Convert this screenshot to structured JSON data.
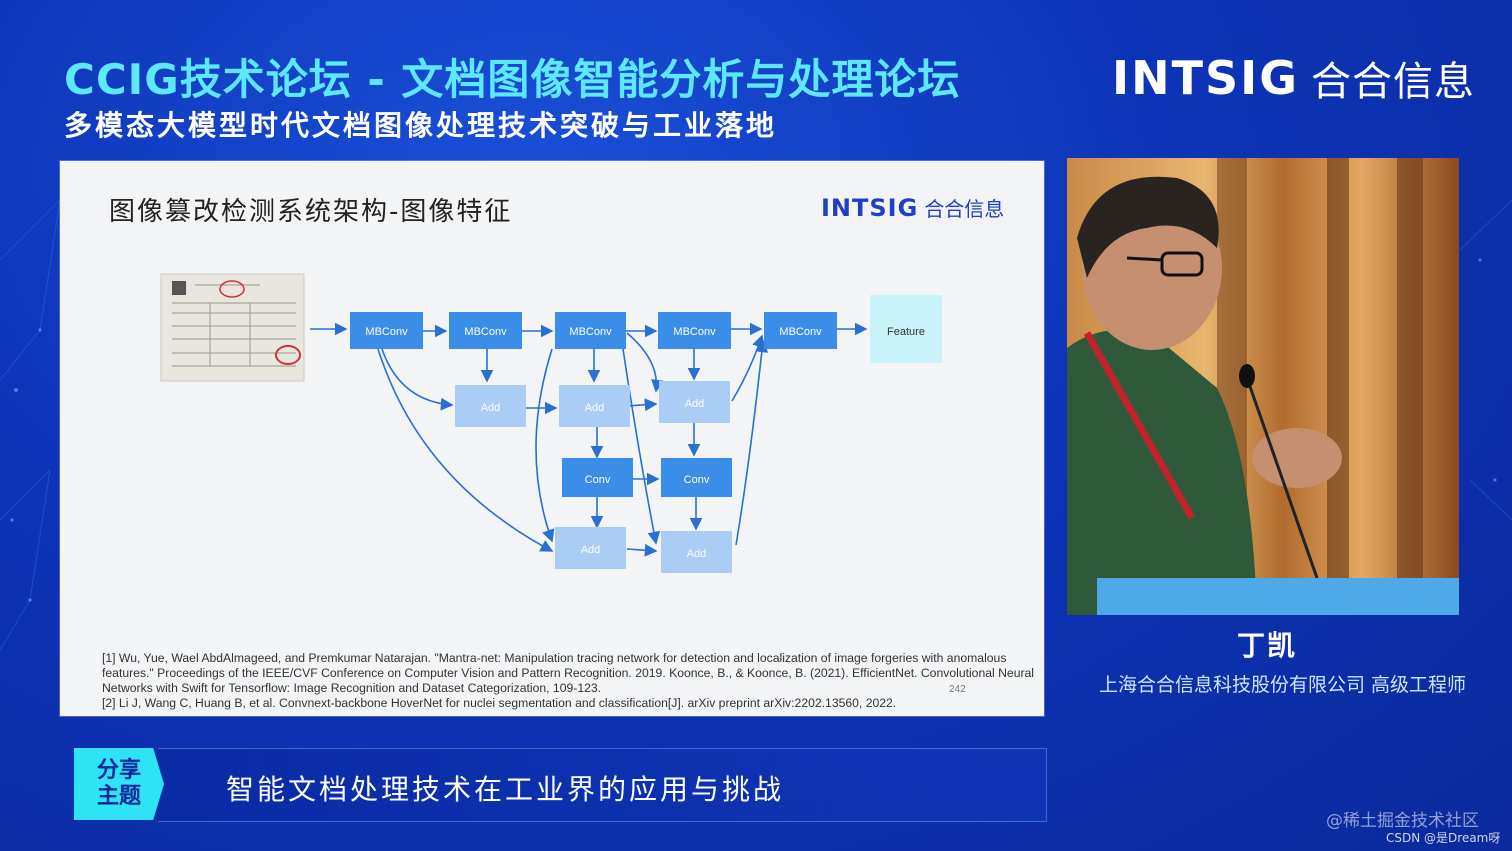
{
  "header": {
    "title": "CCIG技术论坛 - 文档图像智能分析与处理论坛",
    "subtitle": "多模态大模型时代文档图像处理技术突破与工业落地"
  },
  "brand": {
    "en": "INTSIG",
    "cn": "合合信息"
  },
  "slide": {
    "title": "图像篡改检测系统架构-图像特征",
    "brand_en": "INTSIG",
    "brand_cn": "合合信息",
    "nodes": {
      "mbconv": "MBConv",
      "add": "Add",
      "conv": "Conv",
      "feature": "Feature"
    },
    "references": [
      "[1] Wu, Yue, Wael AbdAlmageed, and Premkumar Natarajan. \"Mantra-net: Manipulation tracing network for detection and localization of image forgeries with anomalous features.\" Proceedings of the IEEE/CVF Conference on Computer Vision and Pattern Recognition. 2019. Koonce, B., & Koonce, B. (2021). EfficientNet. Convolutional Neural Networks with Swift for Tensorflow: Image Recognition and Dataset Categorization, 109-123.",
      "[2] Li J, Wang C, Huang B, et al. Convnext-backbone HoverNet for nuclei segmentation and classification[J]. arXiv preprint arXiv:2202.13560, 2022."
    ],
    "page_number": "242"
  },
  "speaker": {
    "name": "丁凯",
    "title": "上海合合信息科技股份有限公司 高级工程师"
  },
  "topic": {
    "badge": "分享主题",
    "text": "智能文档处理技术在工业界的应用与挑战"
  },
  "watermarks": {
    "line1": "@稀土掘金技术社区",
    "line2": "CSDN @是Dream呀"
  },
  "colors": {
    "title_cyan": "#5ee8ff",
    "node_blue": "#3b8ee8",
    "node_light": "#a9cdf5",
    "feature_bg": "#c8f4f9",
    "arrow": "#2a6fd1"
  }
}
